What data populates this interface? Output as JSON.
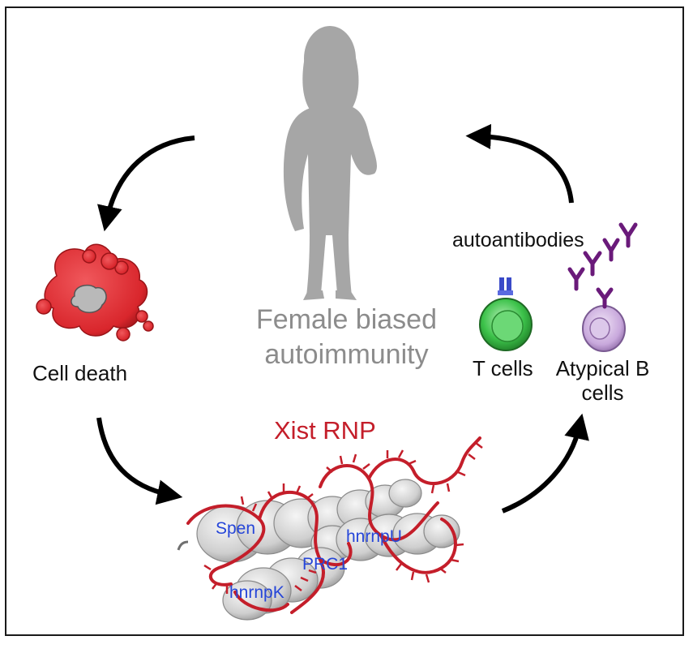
{
  "title": {
    "line1": "Female biased",
    "line2": "autoimmunity"
  },
  "cycle": {
    "cell_death": "Cell death",
    "autoantibodies": "autoantibodies",
    "t_cells": "T cells",
    "b_cells_line1": "Atypical B",
    "b_cells_line2": "cells"
  },
  "xist": {
    "title": "Xist RNP",
    "proteins": [
      "Spen",
      "hnrnpU",
      "PRC1",
      "hnrnpK"
    ]
  },
  "colors": {
    "silhouette": "#a6a6a6",
    "cell_red": "#d9262c",
    "rna_red": "#c41e2a",
    "protein_gray": "#c8c8c8",
    "t_cell_green": "#3cc24a",
    "b_cell_purple": "#c8a8dc",
    "antibody_purple": "#6a1a7a",
    "label_blue": "#2646d8"
  }
}
